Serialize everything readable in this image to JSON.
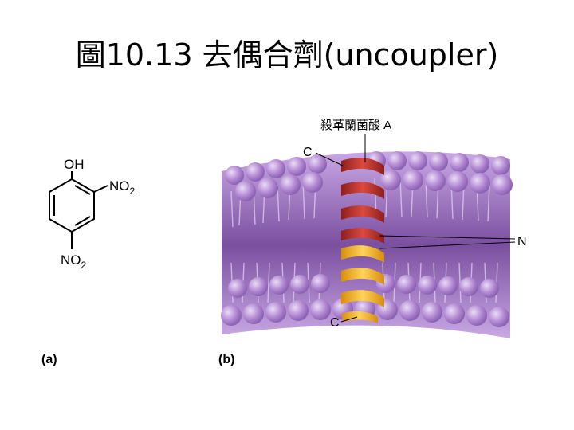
{
  "title": "圖10.13 去偶合劑(uncoupler)",
  "panel_a": {
    "label": "(a)",
    "oh": "OH",
    "no2_top": "NO",
    "no2_top_sub": "2",
    "no2_bottom": "NO",
    "no2_bottom_sub": "2"
  },
  "panel_b": {
    "label": "(b)",
    "gramicidin": "殺革蘭菌酸 A",
    "c_top": "C",
    "n": "N",
    "c_bottom": "C"
  },
  "colors": {
    "membrane_dark": "#7a4fa0",
    "lipid_head": "#b48ad4",
    "helix_top": "#b5322d",
    "helix_bottom": "#f4b51c"
  }
}
